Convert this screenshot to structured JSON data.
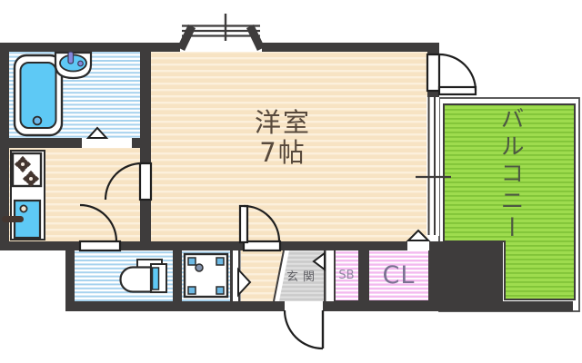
{
  "floor_plan": {
    "main_room": {
      "name": "洋室",
      "size": "7帖"
    },
    "balcony": {
      "name": "バルコニー"
    },
    "entrance": {
      "name": "玄関"
    },
    "shoe_box": {
      "name": "SB"
    },
    "closet": {
      "name": "CL"
    },
    "fixtures": [
      "bathtub",
      "bath-sink",
      "gas-stove",
      "kitchen-sink",
      "toilet",
      "washing-machine-pan",
      "bay-window",
      "sliding-window",
      "door-swings",
      "folding-door-markers"
    ],
    "colors": {
      "wall": "#3e3c3c",
      "room_floor": "#f7e3c3",
      "room_floor_stripe": "#fcf0dc",
      "wet_floor_stripe": "#a6d2ee",
      "balcony_green": "#9edc4e",
      "balcony_green_stripe": "#81c438",
      "storage_pink_stripe": "#f3b9ef",
      "entrance_gray": "#cbcbcb",
      "fixture_blue": "#5ec9f5",
      "faucet_purple": "#8789dd"
    }
  }
}
